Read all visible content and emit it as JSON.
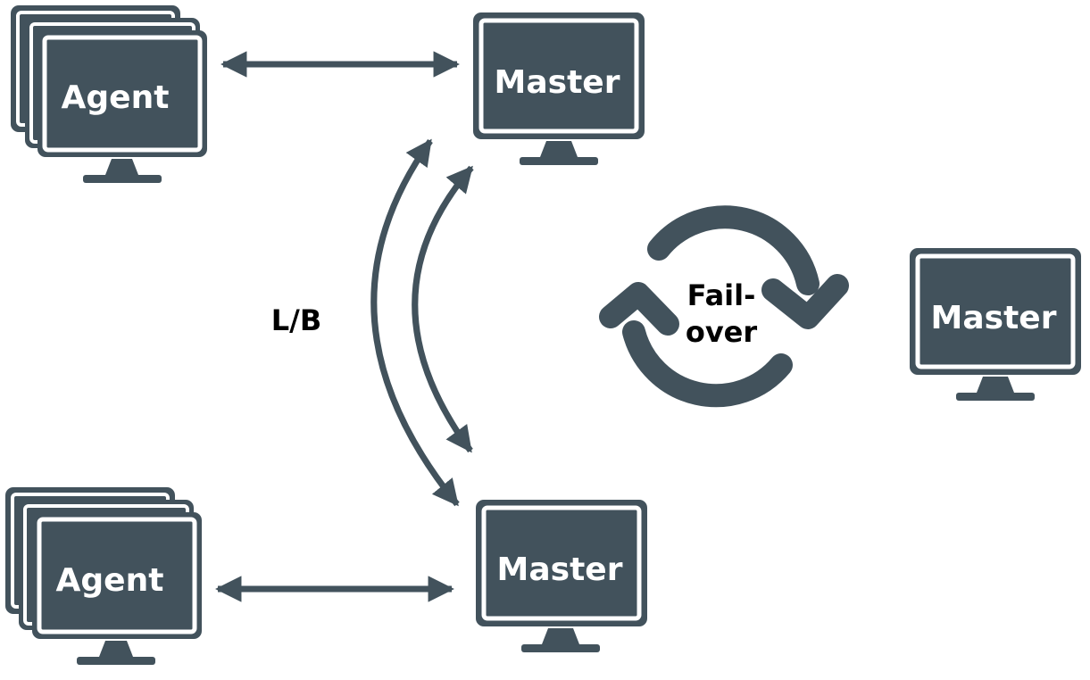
{
  "colors": {
    "primary": "#42525c",
    "screen_border": "#ffffff",
    "background": "#ffffff",
    "caption_text": "#000000"
  },
  "nodes": {
    "agent_top": {
      "label": "Agent",
      "icon": "stacked-monitor-icon"
    },
    "agent_bottom": {
      "label": "Agent",
      "icon": "stacked-monitor-icon"
    },
    "master_top": {
      "label": "Master",
      "icon": "monitor-icon"
    },
    "master_bottom": {
      "label": "Master",
      "icon": "monitor-icon"
    },
    "master_standby": {
      "label": "Master",
      "icon": "monitor-icon"
    }
  },
  "captions": {
    "load_balance": "L/B",
    "failover_line1": "Fail-",
    "failover_line2": "over"
  },
  "icons": {
    "failover": "refresh-cycle-icon",
    "connection": "double-headed-arrow-icon"
  }
}
